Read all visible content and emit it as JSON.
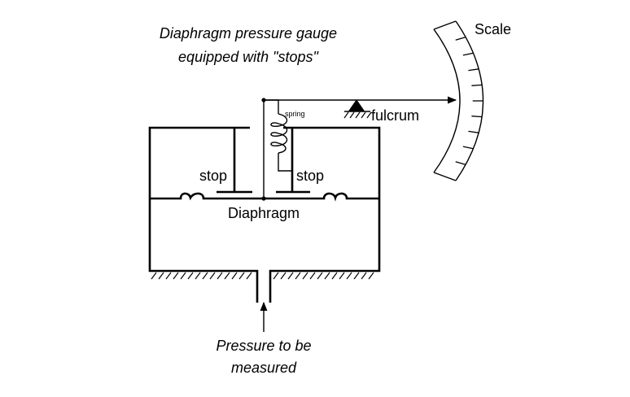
{
  "diagram": {
    "title_line1": "Diaphragm pressure gauge",
    "title_line2": "equipped with \"stops\"",
    "label_scale": "Scale",
    "label_fulcrum": "fulcrum",
    "label_spring": "spring",
    "label_stop_left": "stop",
    "label_stop_right": "stop",
    "label_diaphragm": "Diaphragm",
    "label_pressure_line1": "Pressure to be",
    "label_pressure_line2": "measured",
    "scale_tick_count": 9
  }
}
